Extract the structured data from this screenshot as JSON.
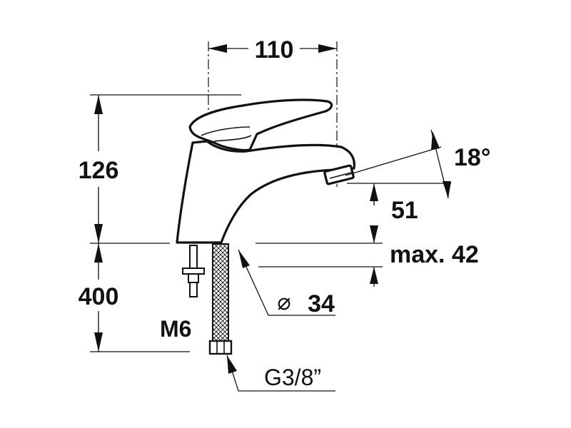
{
  "drawing": {
    "labels": {
      "width": "110",
      "height": "126",
      "mount_depth": "400",
      "spout_height": "51",
      "max_thickness": "max. 42",
      "tilt_angle": "18°",
      "diameter_value": "34",
      "diameter_symbol": "⌀",
      "thread_stud": "M6",
      "connection": "G3/8”"
    }
  }
}
